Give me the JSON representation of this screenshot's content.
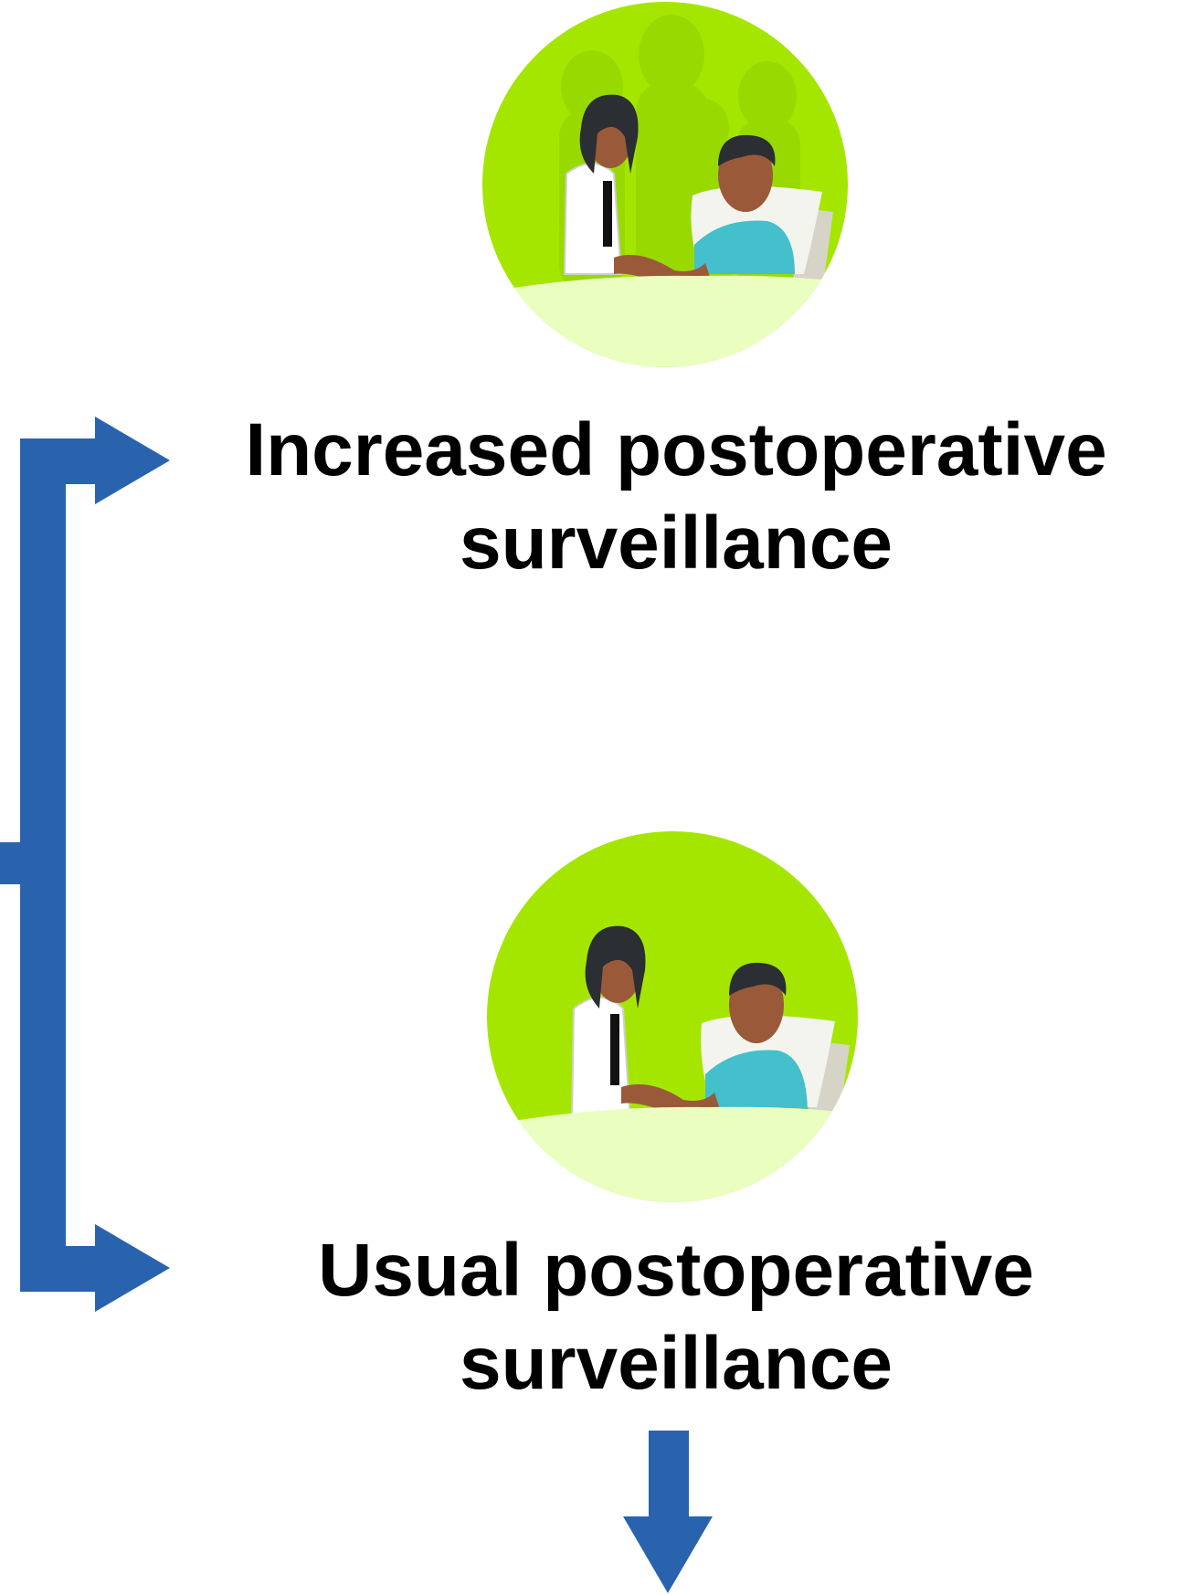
{
  "colors": {
    "arrow": "#2a63ad",
    "circle_dark": "#a5e600",
    "circle_light": "#eaffbf",
    "skin": "#9a5a3a",
    "hair": "#2b2e33",
    "gown": "#44bfcc",
    "coat": "#ffffff",
    "pillow": "#f4f4ee",
    "headboard": "#d6d4c6"
  },
  "icons": {
    "top_illustration": "doctor-patient-bedside-crowd-icon",
    "bottom_illustration": "doctor-patient-bedside-icon"
  },
  "options": [
    {
      "line1": "Increased postoperative",
      "line2": "surveillance"
    },
    {
      "line1": "Usual postoperative",
      "line2": "surveillance"
    }
  ]
}
